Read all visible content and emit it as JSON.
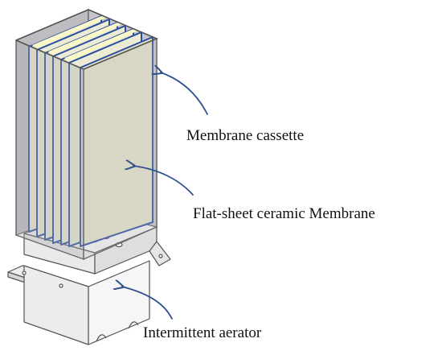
{
  "labels": {
    "cassette": "Membrane cassette",
    "membrane": "Flat-sheet ceramic Membrane",
    "aerator": "Intermittent aerator"
  },
  "colors": {
    "arrow": "#2f4f8f",
    "membrane_sheet": "#e8e6cc",
    "membrane_edge": "#2b4fa0",
    "cassette_glass": "#b8b8bc",
    "aerator_metal": "#f2f2f2",
    "outline": "#555555"
  }
}
